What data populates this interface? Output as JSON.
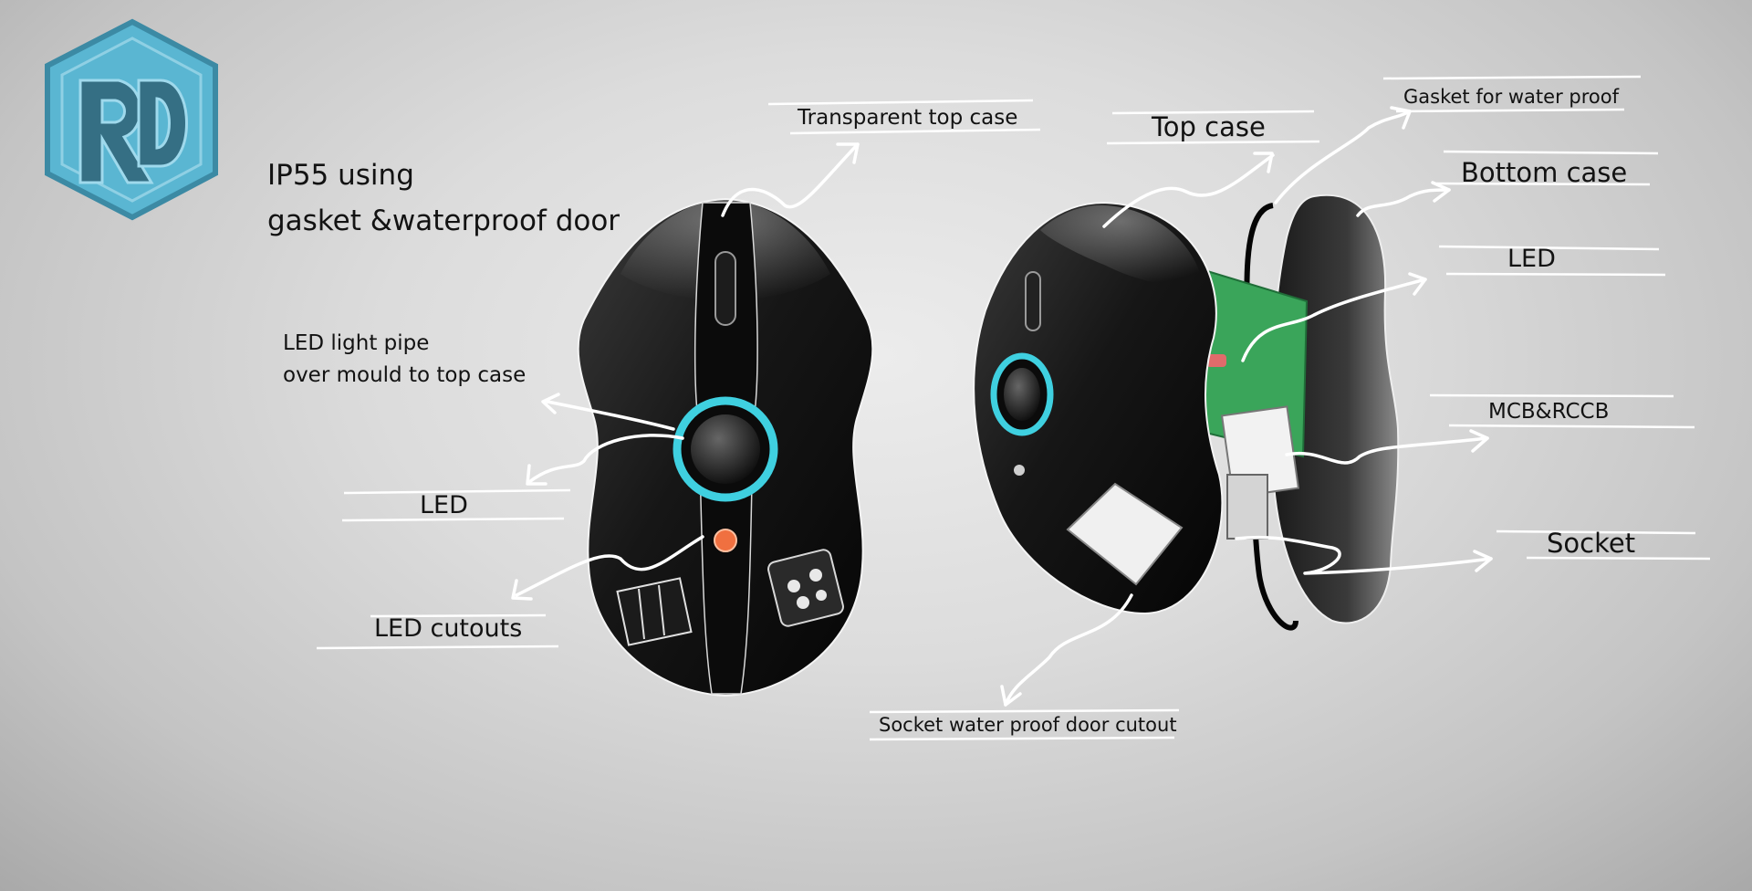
{
  "logo": {
    "text": "RD"
  },
  "title": {
    "line1": "IP55 using",
    "line2": "gasket &waterproof door"
  },
  "labels_front": {
    "transparent_top_case": "Transparent top case",
    "led_light_pipe_1": "LED light pipe",
    "led_light_pipe_2": "over mould to top case",
    "led": "LED",
    "led_cutouts": "LED cutouts"
  },
  "labels_exploded": {
    "top_case": "Top case",
    "gasket": "Gasket for water proof",
    "bottom_case": "Bottom case",
    "led": "LED",
    "mcb_rccb": "MCB&RCCB",
    "socket": "Socket",
    "socket_door": "Socket water proof door cutout"
  },
  "colors": {
    "ring": "#3fd0e0",
    "indicator": "#f07040",
    "pcb": "#3aa55a",
    "logo": "#5ab6d2"
  }
}
